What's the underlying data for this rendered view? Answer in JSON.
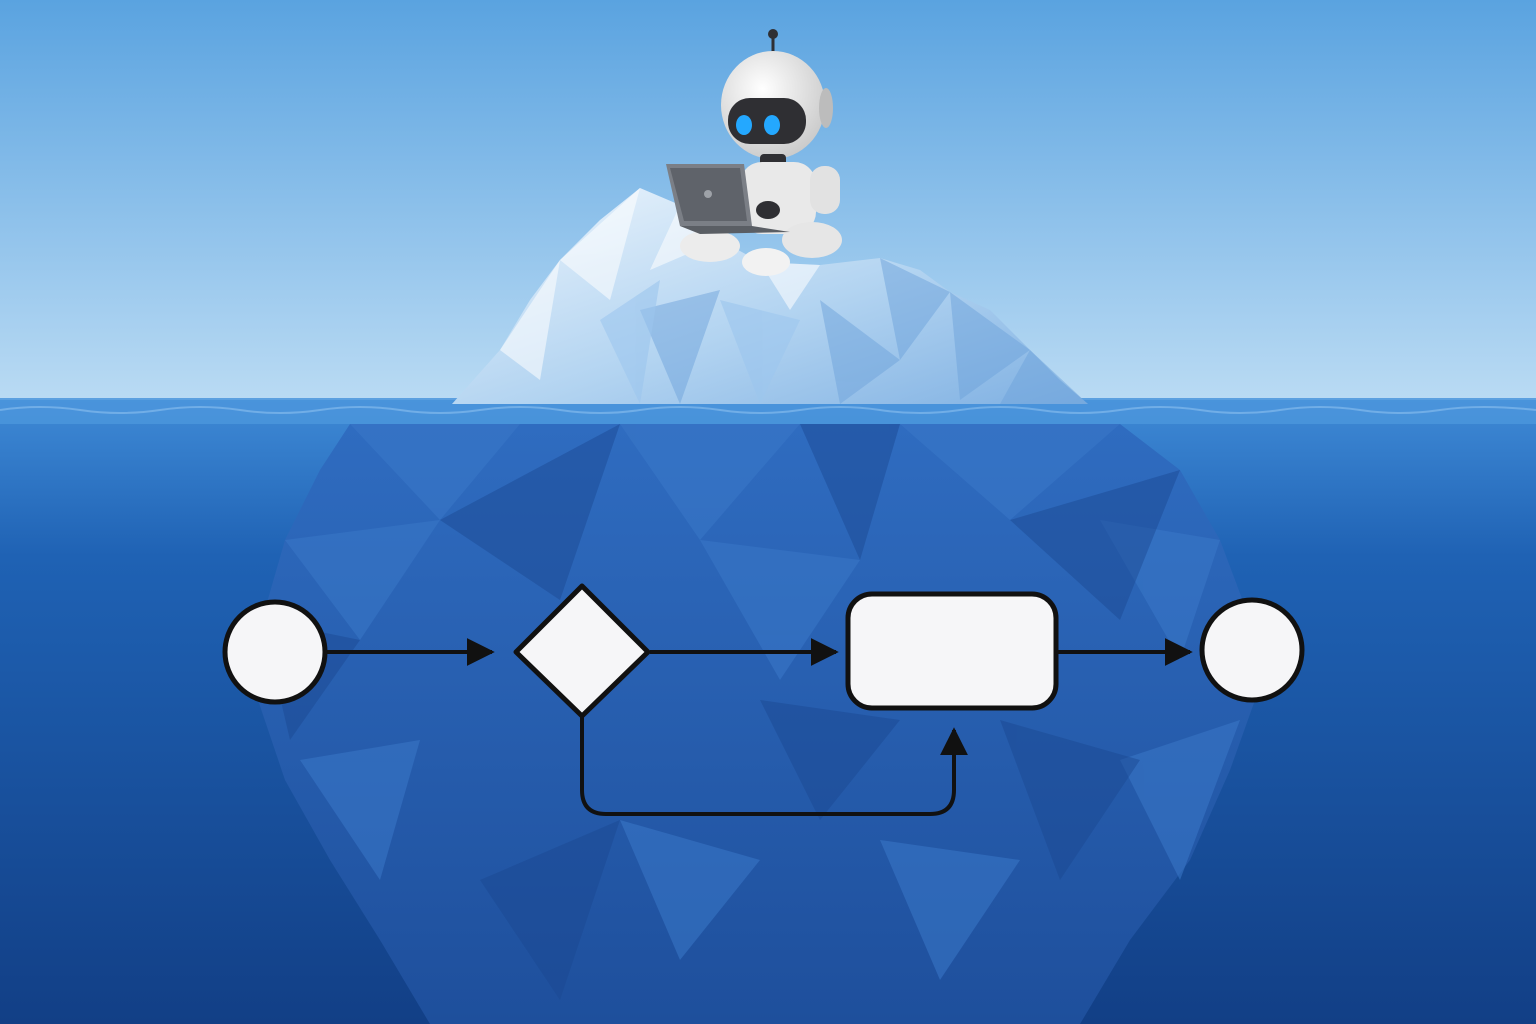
{
  "colors": {
    "sky_top": "#5aa3e0",
    "sky_bottom": "#bcdcf4",
    "sea_surface": "#3f8ad6",
    "sea_mid": "#1f62b4",
    "sea_deep": "#123f86",
    "ice_light": "#eef6fd",
    "ice_mid": "#b3d4f1",
    "ice_shadow": "#7fb0e2",
    "underwater_ice": "#2f6cc0",
    "underwater_ice_dark": "#1e4f9c",
    "robot_white": "#eeeeee",
    "robot_gray": "#c9c9c9",
    "robot_dark": "#2f2f33",
    "robot_eye": "#24a8ff",
    "laptop": "#7b7f86",
    "flow_fill": "#f6f6f8",
    "flow_stroke": "#111111"
  },
  "icons": {
    "robot": "robot-icon",
    "laptop": "laptop-icon",
    "start": "start-event-icon",
    "decision": "decision-gateway-icon",
    "task": "task-box-icon",
    "end": "end-event-icon"
  },
  "diagram": {
    "nodes": [
      {
        "id": "start",
        "type": "circle"
      },
      {
        "id": "decision",
        "type": "diamond"
      },
      {
        "id": "task",
        "type": "rounded-rectangle"
      },
      {
        "id": "end",
        "type": "circle"
      }
    ],
    "edges": [
      {
        "from": "start",
        "to": "decision"
      },
      {
        "from": "decision",
        "to": "task"
      },
      {
        "from": "decision",
        "to": "task",
        "route": "below"
      },
      {
        "from": "task",
        "to": "end"
      }
    ]
  }
}
